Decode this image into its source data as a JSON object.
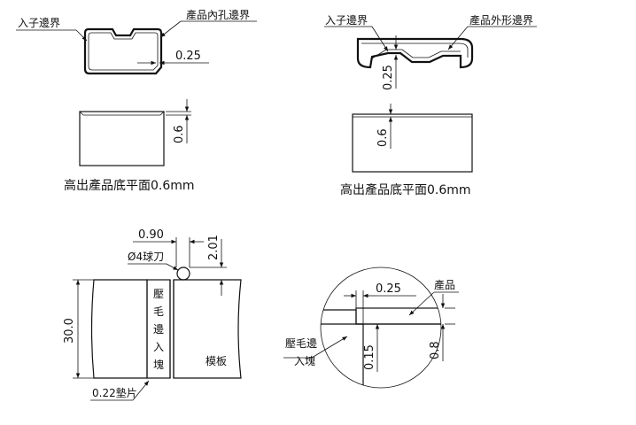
{
  "top_left": {
    "insert_boundary_label": "入子邊界",
    "hole_boundary_label": "產品內孔邊界",
    "offset_dim": "0.25",
    "height_dim": "0.6",
    "caption": "高出產品底平面0.6mm"
  },
  "top_right": {
    "insert_boundary_label": "入子邊界",
    "outer_boundary_label": "產品外形邊界",
    "offset_dim": "0.25",
    "height_dim": "0.6",
    "caption": "高出產品底平面0.6mm"
  },
  "bottom_left": {
    "dim_width": "0.90",
    "dim_height": "2.01",
    "ball_cutter": "Ø4球刀",
    "total_height": "30.0",
    "insert_vertical_text": [
      "壓",
      "毛",
      "邊",
      "入",
      "塊"
    ],
    "template_label": "模板",
    "shim_label": "0.22墊片"
  },
  "bottom_right": {
    "dim_width": "0.25",
    "product_label": "產品",
    "insert_label_line1": "壓毛邊",
    "insert_label_line2": "入塊",
    "dim_gap": "0.15",
    "dim_thickness": "0.8"
  }
}
